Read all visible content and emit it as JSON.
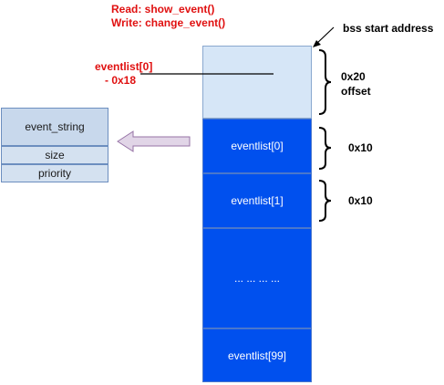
{
  "annotations": {
    "read_write": [
      "Read: show_event()",
      "Write: change_event()"
    ],
    "bss_start": "bss start address",
    "eventlist_offset_label": [
      "eventlist[0]",
      "- 0x18"
    ]
  },
  "memory_blocks": {
    "offset_region": "",
    "block0": "eventlist[0]",
    "block1": "eventlist[1]",
    "ellipsis": "... ... ... ...",
    "block99": "eventlist[99]"
  },
  "braces": {
    "first": [
      "0x20",
      "offset"
    ],
    "second": "0x10",
    "third": "0x10"
  },
  "struct_fields": [
    "event_string",
    "size",
    "priority"
  ],
  "colors": {
    "note_red": "#e01010",
    "light_block": "#d6e6f7",
    "dark_block": "#0050ee",
    "struct_fill": "#c8d8ec",
    "arrow_fill": "#e1d5e7"
  }
}
